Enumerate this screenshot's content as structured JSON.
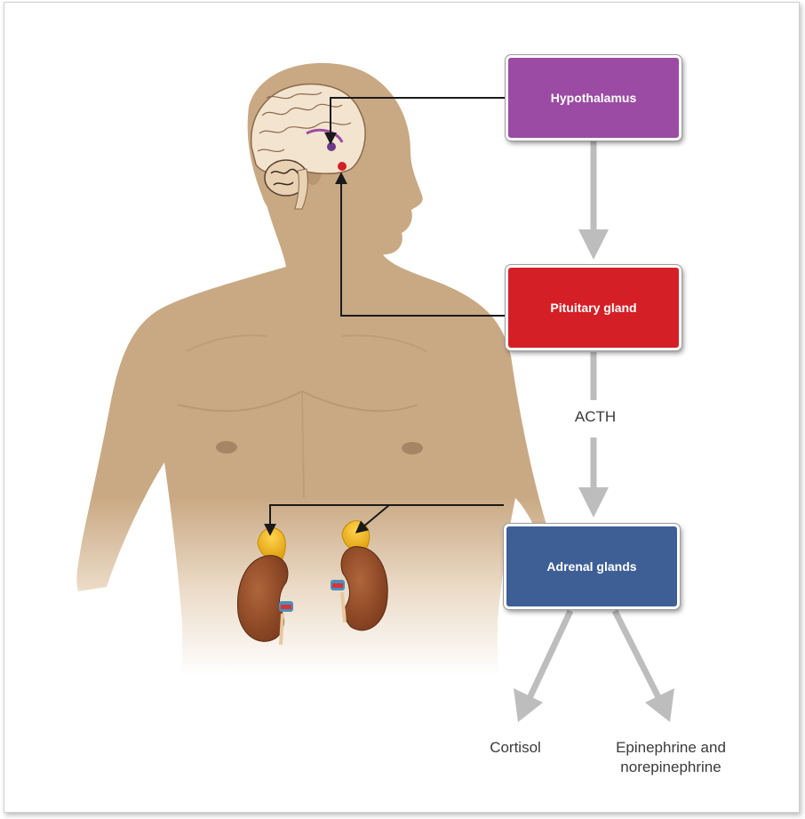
{
  "boxes": {
    "hypothalamus": "Hypothalamus",
    "pituitary": "Pituitary gland",
    "adrenal": "Adrenal glands"
  },
  "labels": {
    "acth": "ACTH",
    "cortisol": "Cortisol",
    "epinephrine": "Epinephrine and\nnorepinephrine"
  },
  "colors": {
    "hypothalamus": "#9b4ba3",
    "pituitary": "#d51f26",
    "adrenal": "#3e5f96",
    "skin": "#c9a983",
    "arrow_gray": "#bdbdbd",
    "kidney": "#8e4a25",
    "adrenal_gland": "#f2b51b"
  }
}
